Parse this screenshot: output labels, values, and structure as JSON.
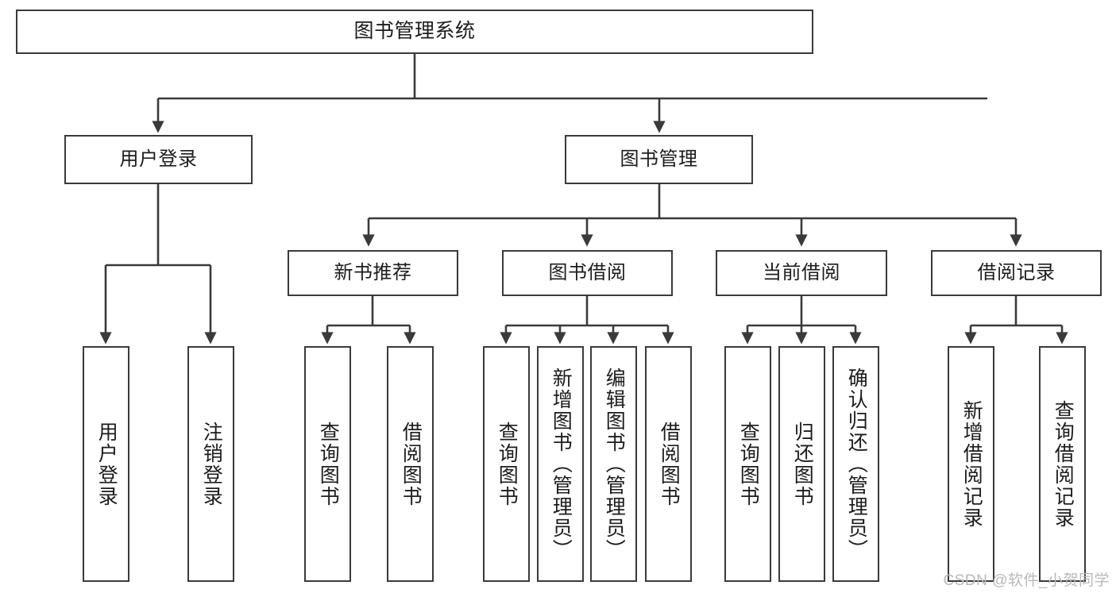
{
  "diagram": {
    "title": "图书管理系统",
    "type": "tree-hierarchy-chart",
    "watermark": "CSDN @软件_小贺同学",
    "colors": {
      "stroke": "#3a3a3a",
      "fill": "#ffffff",
      "text": "#1c1c1c",
      "watermark": "#b8b8b8"
    },
    "root": {
      "label": "图书管理系统"
    },
    "level2": [
      {
        "label": "用户登录"
      },
      {
        "label": "图书管理"
      }
    ],
    "level3": [
      {
        "label": "新书推荐"
      },
      {
        "label": "图书借阅"
      },
      {
        "label": "当前借阅"
      },
      {
        "label": "借阅记录"
      }
    ],
    "leaves": {
      "user_login": [
        {
          "label": "用户登录"
        },
        {
          "label": "注销登录"
        }
      ],
      "new_book": [
        {
          "label": "查询图书"
        },
        {
          "label": "借阅图书"
        }
      ],
      "book_borrow": [
        {
          "label": "查询图书"
        },
        {
          "label": "新增图书（管理员）"
        },
        {
          "label": "编辑图书（管理员）"
        },
        {
          "label": "借阅图书"
        }
      ],
      "current_borrow": [
        {
          "label": "查询图书"
        },
        {
          "label": "归还图书"
        },
        {
          "label": "确认归还（管理员）"
        }
      ],
      "borrow_record": [
        {
          "label": "新增借阅记录"
        },
        {
          "label": "查询借阅记录"
        }
      ]
    }
  }
}
